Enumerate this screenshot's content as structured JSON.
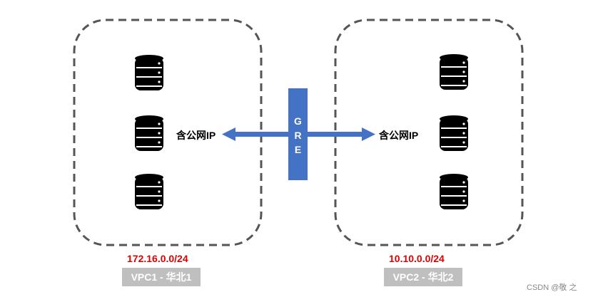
{
  "vpc_left": {
    "public_ip_label": "含公网IP",
    "cidr": "172.16.0.0/24",
    "name": "VPC1 - 华北1"
  },
  "vpc_right": {
    "public_ip_label": "含公网IP",
    "cidr": "10.10.0.0/24",
    "name": "VPC2 - 华北2"
  },
  "tunnel": {
    "letters": [
      "G",
      "R",
      "E"
    ],
    "color": "#4472c4"
  },
  "colors": {
    "cidr": "#e00000",
    "vpc_tag": "#bfbfbf",
    "boundary": "#555555"
  },
  "watermark": "CSDN @敬 之"
}
